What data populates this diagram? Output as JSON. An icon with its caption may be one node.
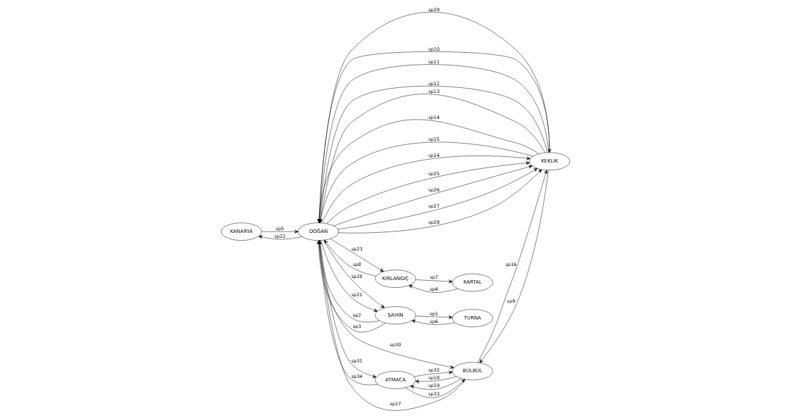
{
  "diagram": {
    "nodes": [
      {
        "text": [
          "KANARYA"
        ]
      },
      {
        "text": [
          "KARTAL"
        ]
      },
      {
        "text": [
          "KEKLİK"
        ]
      },
      {
        "text": [
          "DOĞAN"
        ]
      },
      {
        "text": [
          "KIRLANGIÇ"
        ]
      },
      {
        "text": [
          "ŞAHİN"
        ]
      },
      {
        "text": [
          "TURNA"
        ]
      },
      {
        "text": [
          "BÜLBÜL"
        ]
      },
      {
        "text": [
          "ATMACA"
        ]
      }
    ],
    "edges": [
      {
        "from": 5,
        "to": 6,
        "arrow": "to",
        "label": "sp1"
      },
      {
        "from": 5,
        "to": 3,
        "arrow": "to",
        "label": "sp2"
      },
      {
        "from": 5,
        "to": 3,
        "arrow": "to",
        "label": "sp3"
      },
      {
        "from": 1,
        "to": 4,
        "arrow": "to",
        "label": "sp4"
      },
      {
        "from": 0,
        "to": 3,
        "arrow": "to",
        "label": "sp5"
      },
      {
        "from": 6,
        "to": 5,
        "arrow": "to",
        "label": "sp6"
      },
      {
        "from": 4,
        "to": 1,
        "arrow": "to",
        "label": "sp7"
      },
      {
        "from": 4,
        "to": 3,
        "arrow": "to",
        "label": "sp8"
      },
      {
        "from": 2,
        "to": 7,
        "arrow": "to",
        "label": "sp9"
      },
      {
        "from": 2,
        "to": 3,
        "arrow": "to",
        "label": "sp10"
      },
      {
        "from": 2,
        "to": 3,
        "arrow": "to",
        "label": "sp11"
      },
      {
        "from": 2,
        "to": 3,
        "arrow": "to",
        "label": "sp12"
      },
      {
        "from": 2,
        "to": 3,
        "arrow": "to",
        "label": "sp13"
      },
      {
        "from": 2,
        "to": 3,
        "arrow": "to",
        "label": "sp14"
      },
      {
        "from": 2,
        "to": 3,
        "arrow": "to",
        "label": "sp15"
      },
      {
        "from": 7,
        "to": 2,
        "arrow": "to",
        "label": "sp16"
      },
      {
        "from": 7,
        "to": 3,
        "arrow": "to",
        "label": "sp17"
      },
      {
        "from": 7,
        "to": 8,
        "arrow": "to",
        "label": "sp18"
      },
      {
        "from": 7,
        "to": 8,
        "arrow": "to",
        "label": "sp19"
      },
      {
        "from": 3,
        "to": 5,
        "arrow": "to",
        "label": "sp20"
      },
      {
        "from": 3,
        "to": 5,
        "arrow": "to",
        "label": "sp21"
      },
      {
        "from": 3,
        "to": 0,
        "arrow": "to",
        "label": "sp22"
      },
      {
        "from": 3,
        "to": 4,
        "arrow": "to",
        "label": "sp23"
      },
      {
        "from": 3,
        "to": 2,
        "arrow": "to",
        "label": "sp24"
      },
      {
        "from": 3,
        "to": 2,
        "arrow": "to",
        "label": "sp25"
      },
      {
        "from": 3,
        "to": 2,
        "arrow": "to",
        "label": "sp26"
      },
      {
        "from": 3,
        "to": 2,
        "arrow": "to",
        "label": "sp27"
      },
      {
        "from": 3,
        "to": 2,
        "arrow": "to",
        "label": "sp28"
      },
      {
        "from": 3,
        "to": 2,
        "arrow": "to",
        "label": "sp29"
      },
      {
        "from": 3,
        "to": 7,
        "arrow": "to",
        "label": "sp30"
      },
      {
        "from": 3,
        "to": 8,
        "arrow": "to",
        "label": "sp31"
      },
      {
        "from": 8,
        "to": 7,
        "arrow": "to",
        "label": "sp32"
      },
      {
        "from": 8,
        "to": 7,
        "arrow": "to",
        "label": "sp33"
      },
      {
        "from": 8,
        "to": 3,
        "arrow": "to",
        "label": "sp34"
      }
    ]
  }
}
